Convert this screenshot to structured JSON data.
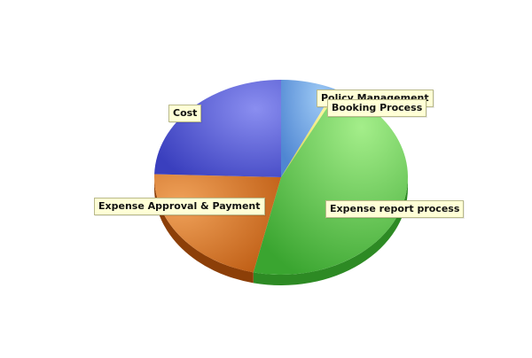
{
  "chart_data": {
    "type": "pie",
    "title": "",
    "three_d": true,
    "legend": "none",
    "slices": [
      {
        "name": "Policy Management",
        "value": 7,
        "color": "#6aa6e6"
      },
      {
        "name": "Booking Process",
        "value": 0.5,
        "color": "#ece468"
      },
      {
        "name": "Expense report process",
        "value": 46,
        "color": "#5ac54a"
      },
      {
        "name": "Expense Approval & Payment",
        "value": 22,
        "color": "#de7a2a"
      },
      {
        "name": "Cost",
        "value": 24.5,
        "color": "#4f56d6"
      }
    ]
  }
}
